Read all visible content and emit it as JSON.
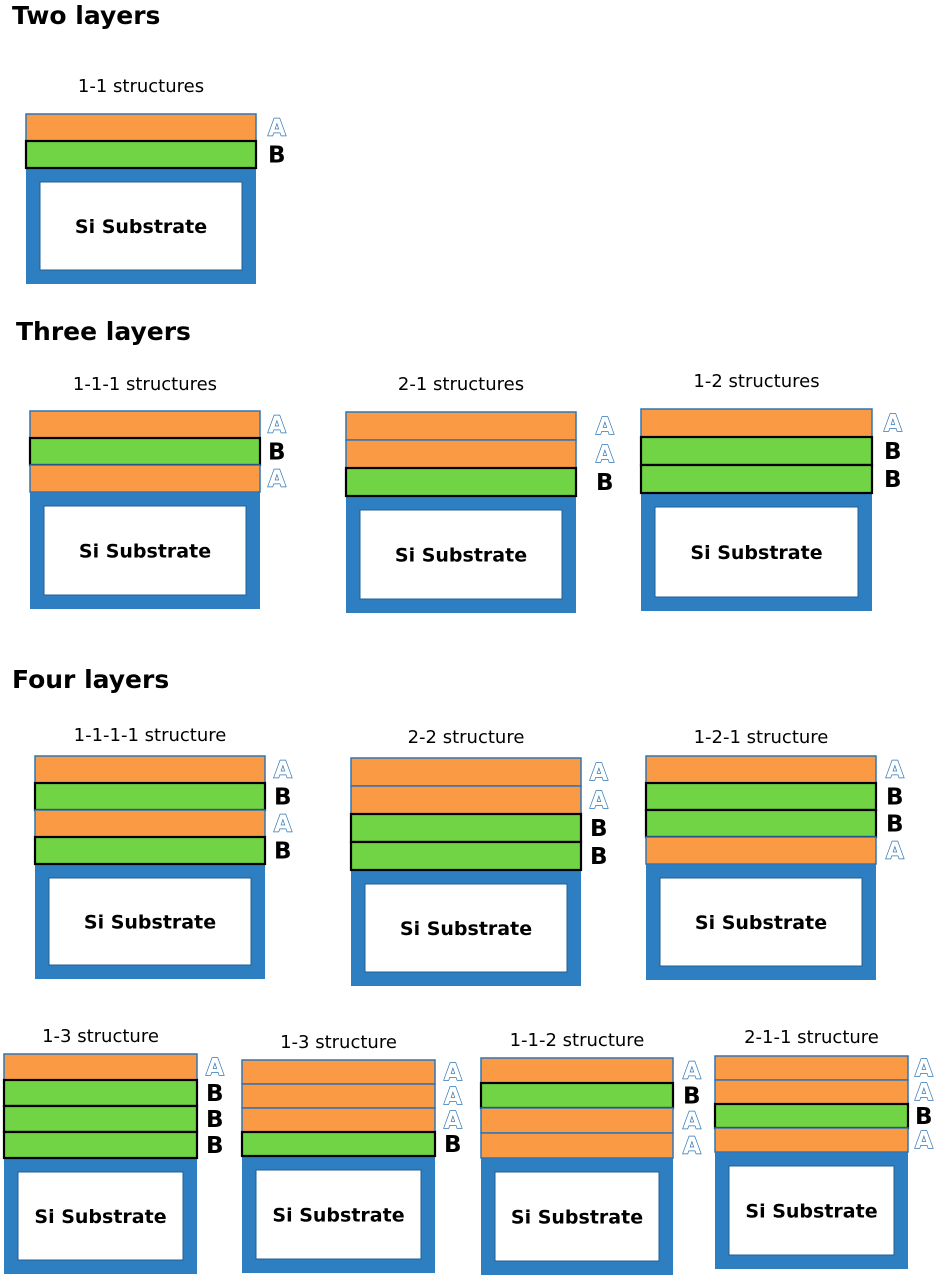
{
  "colors": {
    "layer_a_fill": "#fb9a44",
    "layer_a_stroke": "#2e75b6",
    "layer_b_fill": "#70d444",
    "layer_b_stroke": "#000000",
    "substrate_frame": "#2e7fc1",
    "substrate_inner": "#ffffff"
  },
  "sections": [
    {
      "title": "Two layers",
      "structures": [
        {
          "title": "1-1 structures",
          "layers": [
            "A",
            "B"
          ],
          "substrate_label": "Si Substrate"
        }
      ]
    },
    {
      "title": "Three layers",
      "structures": [
        {
          "title": "1-1-1 structures",
          "layers": [
            "A",
            "B",
            "A"
          ],
          "substrate_label": "Si Substrate"
        },
        {
          "title": "2-1 structures",
          "layers": [
            "A",
            "A",
            "B"
          ],
          "substrate_label": "Si Substrate"
        },
        {
          "title": "1-2 structures",
          "layers": [
            "A",
            "B",
            "B"
          ],
          "substrate_label": "Si Substrate"
        }
      ]
    },
    {
      "title": "Four layers",
      "structures": [
        {
          "title": "1-1-1-1 structure",
          "layers": [
            "A",
            "B",
            "A",
            "B"
          ],
          "substrate_label": "Si Substrate"
        },
        {
          "title": "2-2 structure",
          "layers": [
            "A",
            "A",
            "B",
            "B"
          ],
          "substrate_label": "Si Substrate"
        },
        {
          "title": "1-2-1 structure",
          "layers": [
            "A",
            "B",
            "B",
            "A"
          ],
          "substrate_label": "Si Substrate"
        },
        {
          "title": "1-3 structure",
          "layers": [
            "A",
            "B",
            "B",
            "B"
          ],
          "substrate_label": "Si Substrate"
        },
        {
          "title": "1-3 structure",
          "layers": [
            "A",
            "A",
            "A",
            "B"
          ],
          "substrate_label": "Si Substrate"
        },
        {
          "title": "1-1-2 structure",
          "layers": [
            "A",
            "B",
            "A",
            "A"
          ],
          "substrate_label": "Si Substrate"
        },
        {
          "title": "2-1-1 structure",
          "layers": [
            "A",
            "A",
            "B",
            "A"
          ],
          "substrate_label": "Si Substrate"
        }
      ]
    }
  ]
}
